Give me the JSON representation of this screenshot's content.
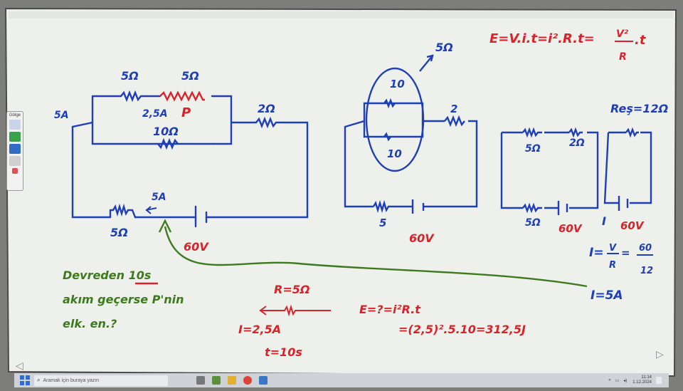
{
  "taskbar": {
    "search_placeholder": "Aramak için buraya yazın",
    "time": "11:14",
    "date": "1.12.2024"
  },
  "toolbox": {
    "label": "Gölge"
  },
  "board": {
    "formula_energy": "E=V.i.t=i².R.t=",
    "formula_fraction_num": "V²",
    "formula_fraction_den": "R",
    "formula_t": ".t",
    "label_5ohm_top": "5Ω",
    "r1": "5Ω",
    "r2": "5Ω",
    "i_25": "2,5A",
    "p_label": "P",
    "r_10": "10Ω",
    "r_2": "2Ω",
    "i_5a_left": "5A",
    "i_5a_bottom": "5A",
    "r_5_bottom": "5Ω",
    "v_60": "60V",
    "mid_10_top": "10",
    "mid_10_bot": "10",
    "mid_2": "2",
    "mid_5": "5",
    "mid_60": "60V",
    "req": "Reş=12Ω",
    "c3_5": "5Ω",
    "c3_2": "2Ω",
    "c3_5b": "5Ω",
    "c3_60": "60V",
    "c4_I": "I",
    "c4_60": "60V",
    "ohm_law": "I=",
    "ohm_v": "V",
    "ohm_r": "R",
    "ohm_60": "60",
    "ohm_12": "12",
    "i_5a_result": "I=5A",
    "question_l1": "Devreden 10s",
    "question_l2": "akım geçerse P'nin",
    "question_l3": "elk. en.?",
    "given_r": "R=5Ω",
    "given_i": "I=2,5A",
    "given_t": "t=10s",
    "solution_l1": "E=?=i²R.t",
    "solution_l2": "=(2,5)².5.10=312,5J"
  },
  "colors": {
    "blue": "#1f3fb8",
    "red": "#d8232a",
    "green": "#3d7a1e",
    "board_bg": "#f1f2ef"
  }
}
